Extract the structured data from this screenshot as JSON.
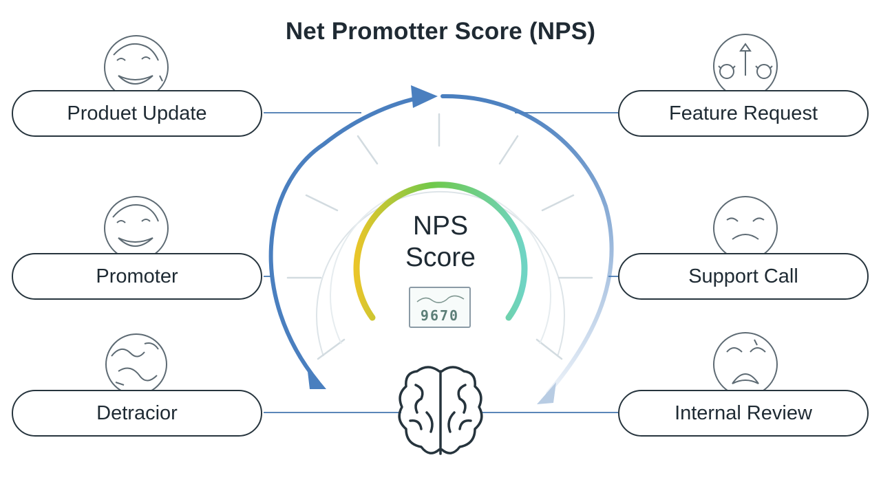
{
  "title": "Net Promotter Score (NPS)",
  "center": {
    "label_line1": "NPS",
    "label_line2": "Score",
    "readout": "9670"
  },
  "left_nodes": [
    {
      "label": "Produet Update",
      "icon": "smiling-face-icon"
    },
    {
      "label": "Promoter",
      "icon": "smiling-face-icon"
    },
    {
      "label": "Detracior",
      "icon": "scribbled-face-icon"
    }
  ],
  "right_nodes": [
    {
      "label": "Feature Request",
      "icon": "feature-request-icon"
    },
    {
      "label": "Support Call",
      "icon": "sad-face-icon"
    },
    {
      "label": "Internal Review",
      "icon": "upset-face-icon"
    }
  ],
  "bottom_icon": "brain-icon",
  "colors": {
    "cycle_arrow": "#4a7fbf",
    "gauge_low": "#e9c52a",
    "gauge_mid": "#6fc94a",
    "gauge_high": "#6fd4c4",
    "outline": "#26343d",
    "connector": "#5a86b8"
  }
}
